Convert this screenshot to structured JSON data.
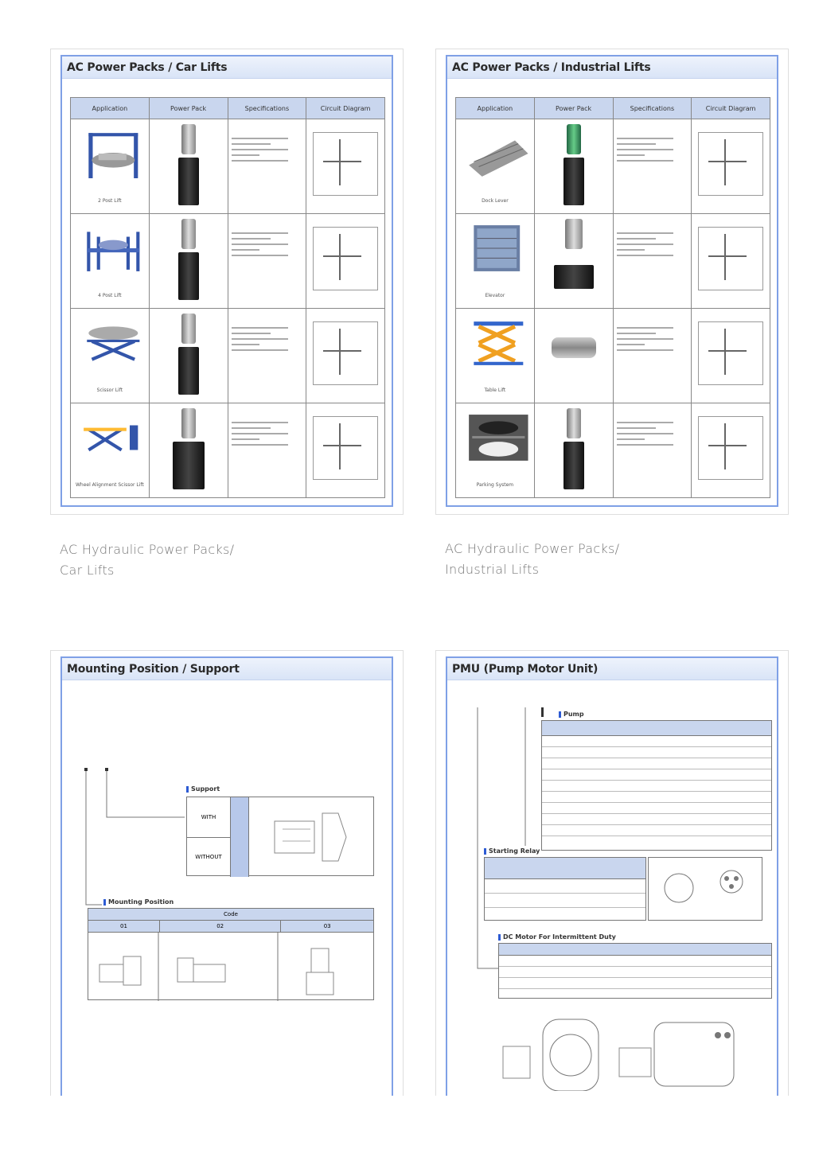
{
  "cards": [
    {
      "title": "AC Power Packs / Car Lifts",
      "columns": [
        "Application",
        "Power Pack",
        "Specifications",
        "Circuit Diagram"
      ],
      "rows": [
        "2 Post Lift",
        "4 Post Lift",
        "Scissor Lift",
        "Wheel Alignment Scissor Lift"
      ],
      "caption_line1": "AC Hydraulic Power Packs/",
      "caption_line2": "Car Lifts"
    },
    {
      "title": "AC Power Packs / Industrial Lifts",
      "columns": [
        "Application",
        "Power Pack",
        "Specifications",
        "Circuit Diagram"
      ],
      "rows": [
        "Dock Lever",
        "Elevator",
        "Table Lift",
        "Parking System"
      ],
      "caption_line1": "AC Hydraulic Power Packs/",
      "caption_line2": "Industrial Lifts"
    },
    {
      "title": "Mounting Position / Support",
      "support_label": "Support",
      "support_with": "WITH",
      "support_without": "WITHOUT",
      "mounting_label": "Mounting Position",
      "mounting_header": "Code",
      "mounting_codes": [
        "01",
        "02",
        "03"
      ]
    },
    {
      "title": "PMU (Pump Motor Unit)",
      "pump_label": "Pump",
      "relay_label": "Starting Relay",
      "motor_label": "DC Motor For Intermittent Duty"
    }
  ],
  "colors": {
    "sheet_border": "#7fa0e6",
    "header_fill": "#c9d6ee",
    "accent_tick": "#2d5bd3",
    "caption_text": "#777777"
  }
}
